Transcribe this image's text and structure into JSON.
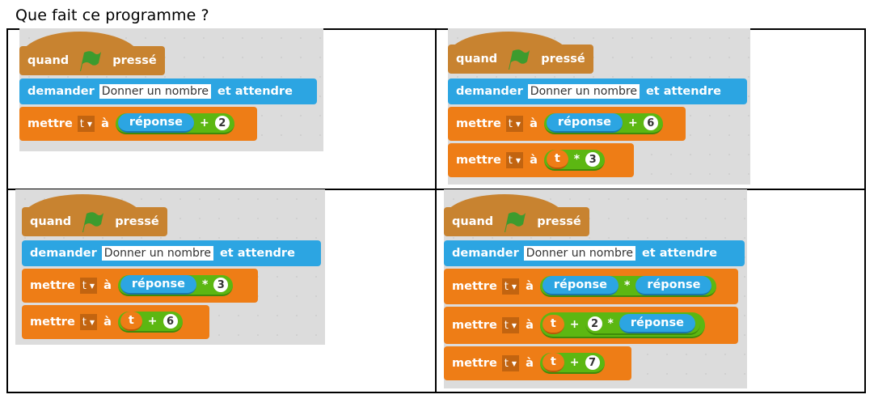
{
  "title": "Que fait ce programme ?",
  "common": {
    "hat_when": "quand",
    "hat_pressed": "pressé",
    "ask_label": "demander",
    "ask_prompt": "Donner un nombre",
    "ask_wait": "et attendre",
    "set_label": "mettre",
    "set_to": "à",
    "var_name": "t",
    "answer": "réponse",
    "flag_icon": "green-flag-icon"
  },
  "colors": {
    "events": "#c88330",
    "sensing": "#2ca5e2",
    "data": "#ee7d16",
    "operators": "#5cb712",
    "canvas": "#dcdcdc"
  },
  "programs": [
    {
      "id": "A",
      "set_blocks": [
        {
          "expr": [
            "réponse",
            "+",
            "2"
          ]
        }
      ]
    },
    {
      "id": "B",
      "set_blocks": [
        {
          "expr": [
            "réponse",
            "+",
            "6"
          ]
        },
        {
          "expr": [
            "t",
            "*",
            "3"
          ]
        }
      ]
    },
    {
      "id": "C",
      "set_blocks": [
        {
          "expr": [
            "réponse",
            "*",
            "3"
          ]
        },
        {
          "expr": [
            "t",
            "+",
            "6"
          ]
        }
      ]
    },
    {
      "id": "D",
      "set_blocks": [
        {
          "expr": [
            "réponse",
            "*",
            "réponse"
          ]
        },
        {
          "expr": [
            "t",
            "+",
            "2",
            "*",
            "réponse"
          ]
        },
        {
          "expr": [
            "t",
            "+",
            "7"
          ]
        }
      ]
    }
  ],
  "labels": {
    "p0": {
      "op1": "+",
      "num1": "2"
    },
    "p1": {
      "op1": "+",
      "num1": "6",
      "op2": "*",
      "num2": "3"
    },
    "p2": {
      "op1": "*",
      "num1": "3",
      "op2": "+",
      "num2": "6"
    },
    "p3": {
      "op1": "*",
      "op2": "+",
      "num2": "2",
      "op2b": "*",
      "op3": "+",
      "num3": "7"
    }
  }
}
